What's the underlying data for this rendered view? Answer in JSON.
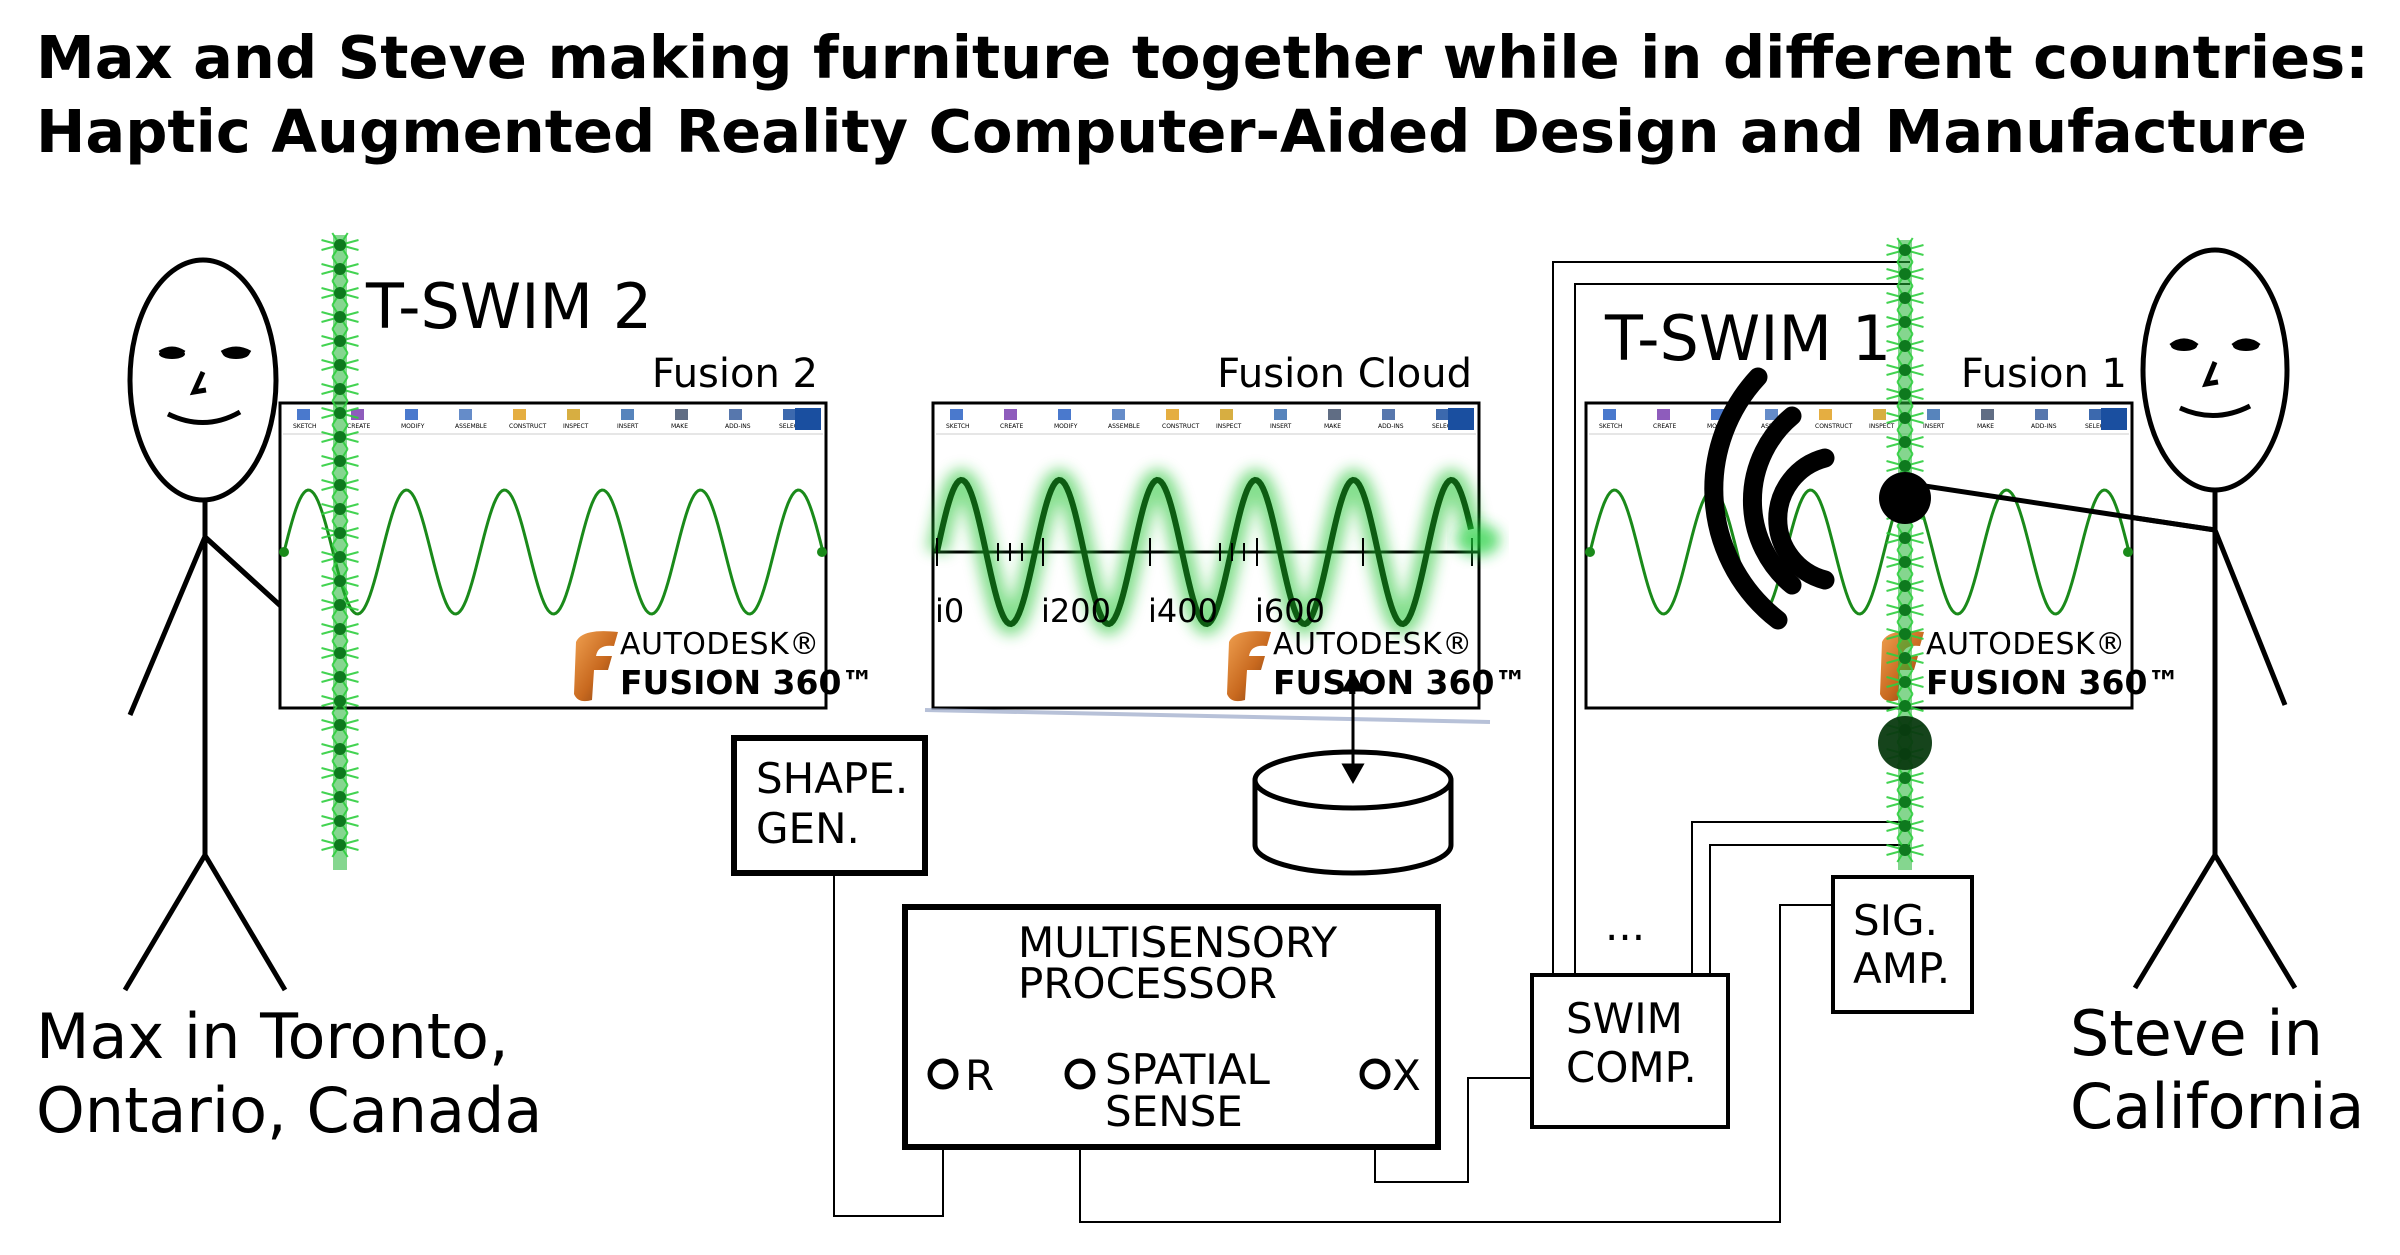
{
  "title": {
    "line1": "Max and Steve making furniture together while in different countries:",
    "line2": "Haptic Augmented Reality Computer-Aided Design and Manufacture"
  },
  "people": {
    "max": {
      "line1": "Max in Toronto,",
      "line2": "Ontario, Canada"
    },
    "steve": {
      "line1": "Steve in",
      "line2": "California"
    }
  },
  "swim_labels": {
    "left": "T-SWIM 2",
    "right": "T-SWIM 1"
  },
  "screens": {
    "left": {
      "label": "Fusion 2"
    },
    "center": {
      "label": "Fusion Cloud",
      "ticks": [
        "i0",
        "i200",
        "i400",
        "i600"
      ]
    },
    "right": {
      "label": "Fusion 1"
    }
  },
  "toolbar": {
    "items": [
      "SKETCH",
      "CREATE",
      "MODIFY",
      "ASSEMBLE",
      "CONSTRUCT",
      "INSPECT",
      "INSERT",
      "MAKE",
      "ADD-INS",
      "SELECT"
    ]
  },
  "brand": {
    "line1": "AUTODESK",
    "line2": "FUSION 360",
    "reg": "®",
    "tm": "™"
  },
  "boxes": {
    "shape_gen": {
      "line1": "SHAPE.",
      "line2": "GEN."
    },
    "processor": {
      "line1": "MULTISENSORY",
      "line2": "PROCESSOR",
      "port_r": "R",
      "port_spatial_1": "SPATIAL",
      "port_spatial_2": "SENSE",
      "port_x": "X"
    },
    "swim_comp": {
      "line1": "SWIM",
      "line2": "COMP."
    },
    "sig_amp": {
      "line1": "SIG.",
      "line2": "AMP."
    },
    "ellipsis": "..."
  },
  "colors": {
    "wave": "#1a8a1a",
    "swim_light": "#22bb33",
    "swim_dark": "#0e7a1e",
    "brand_orange": "#d4782e",
    "stroke": "#000000"
  }
}
